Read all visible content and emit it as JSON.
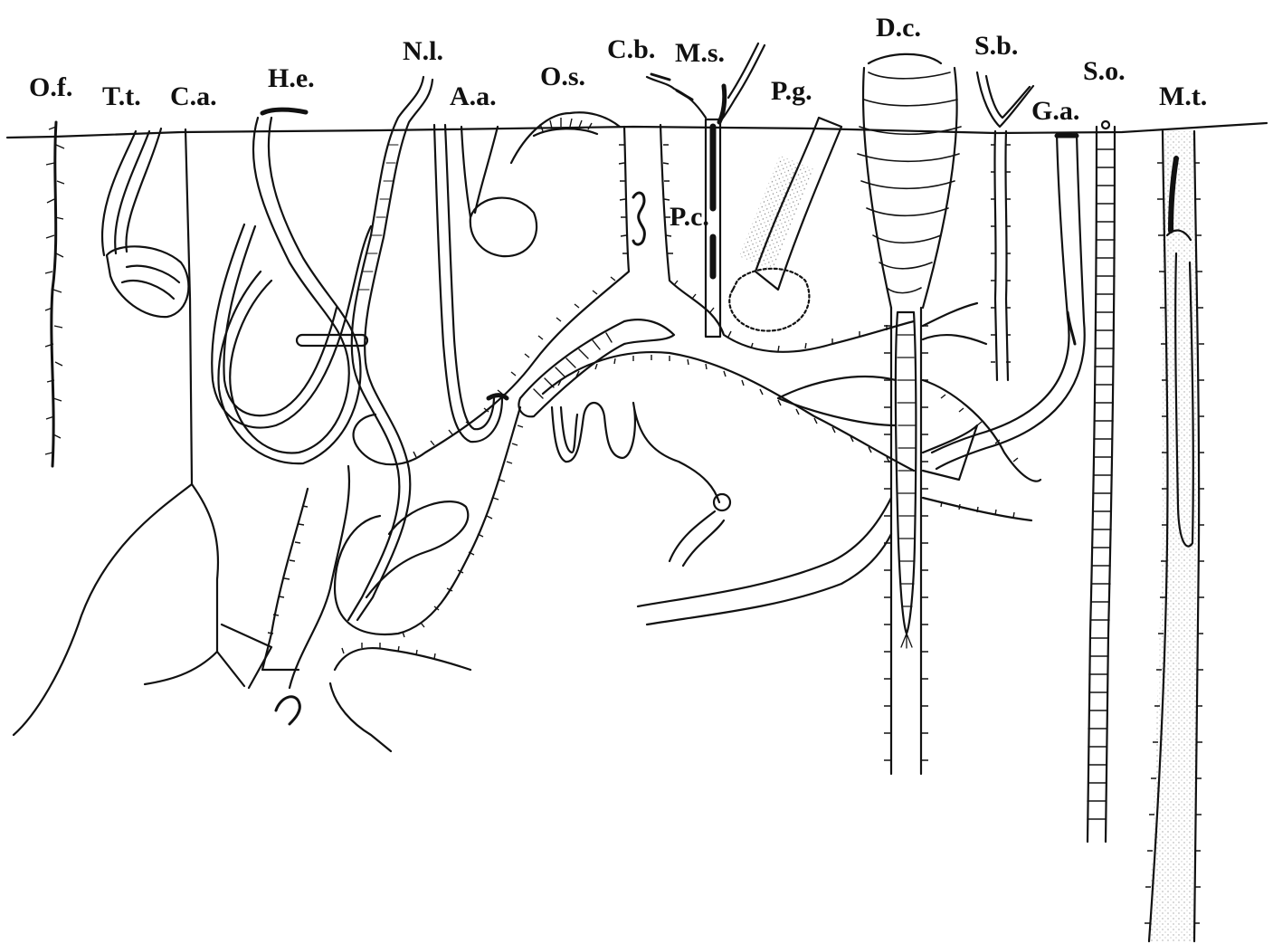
{
  "labels": {
    "of": "O.f.",
    "tt": "T.t.",
    "ca": "C.a.",
    "he": "H.e.",
    "nl": "N.l.",
    "aa": "A.a.",
    "os": "O.s.",
    "cb": "C.b.",
    "ms": "M.s.",
    "pg": "P.g.",
    "pc": "P.c.",
    "dc": "D.c.",
    "sb": "S.b.",
    "so": "S.o.",
    "ga": "G.a.",
    "mt": "M.t."
  }
}
